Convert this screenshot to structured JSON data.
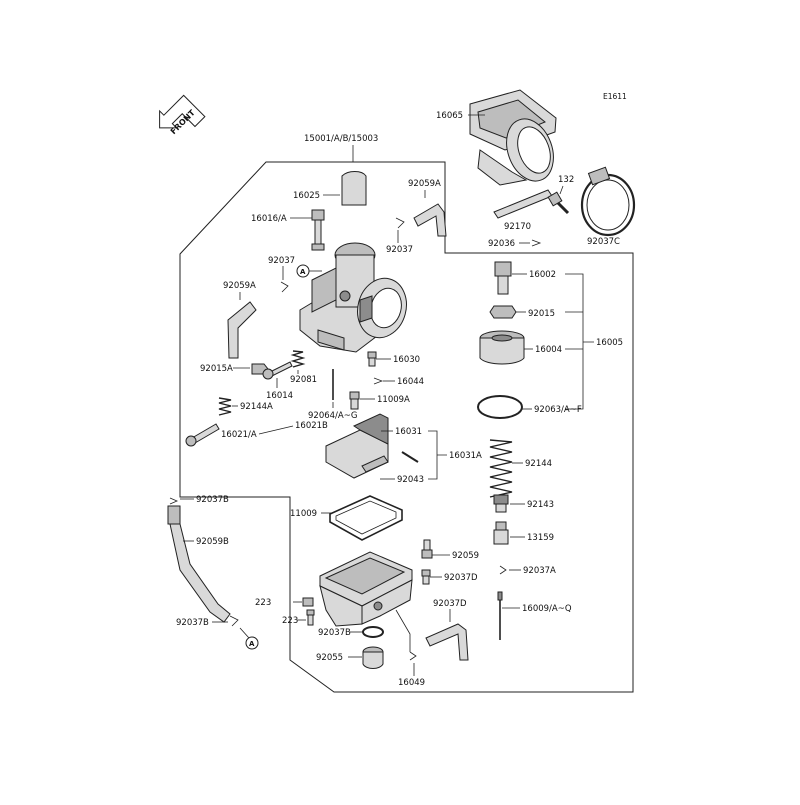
{
  "diagram_code": "E1611",
  "front_label": "FRONT",
  "callout_letter": "A",
  "labels": [
    {
      "id": "15001",
      "text": "15001/A/B/15003"
    },
    {
      "id": "16065",
      "text": "16065"
    },
    {
      "id": "16025",
      "text": "16025"
    },
    {
      "id": "92059A-top",
      "text": "92059A"
    },
    {
      "id": "16016",
      "text": "16016/A"
    },
    {
      "id": "92037-top",
      "text": "92037"
    },
    {
      "id": "92170",
      "text": "92170"
    },
    {
      "id": "132",
      "text": "132"
    },
    {
      "id": "92036",
      "text": "92036"
    },
    {
      "id": "92037C",
      "text": "92037C"
    },
    {
      "id": "92037-left",
      "text": "92037"
    },
    {
      "id": "92059A-left",
      "text": "92059A"
    },
    {
      "id": "16002",
      "text": "16002"
    },
    {
      "id": "92015-right",
      "text": "92015"
    },
    {
      "id": "16005",
      "text": "16005"
    },
    {
      "id": "16004",
      "text": "16004"
    },
    {
      "id": "16030",
      "text": "16030"
    },
    {
      "id": "92015A",
      "text": "92015A"
    },
    {
      "id": "92081",
      "text": "92081"
    },
    {
      "id": "16014",
      "text": "16014"
    },
    {
      "id": "16044",
      "text": "16044"
    },
    {
      "id": "92063",
      "text": "92063/A~F"
    },
    {
      "id": "11009A",
      "text": "11009A"
    },
    {
      "id": "92144A",
      "text": "92144A"
    },
    {
      "id": "92064",
      "text": "92064/A~G"
    },
    {
      "id": "16021B",
      "text": "16021B"
    },
    {
      "id": "16021",
      "text": "16021/A"
    },
    {
      "id": "16031",
      "text": "16031"
    },
    {
      "id": "16031A",
      "text": "16031A"
    },
    {
      "id": "92144",
      "text": "92144"
    },
    {
      "id": "92043",
      "text": "92043"
    },
    {
      "id": "92037B-top",
      "text": "92037B"
    },
    {
      "id": "92143",
      "text": "92143"
    },
    {
      "id": "11009",
      "text": "11009"
    },
    {
      "id": "13159",
      "text": "13159"
    },
    {
      "id": "92059",
      "text": "92059"
    },
    {
      "id": "92037D-right",
      "text": "92037D"
    },
    {
      "id": "92037A",
      "text": "92037A"
    },
    {
      "id": "223-right",
      "text": "223"
    },
    {
      "id": "92037D-left",
      "text": "92037D"
    },
    {
      "id": "92059B",
      "text": "92059B"
    },
    {
      "id": "16009",
      "text": "16009/A~Q"
    },
    {
      "id": "223-left",
      "text": "223"
    },
    {
      "id": "92037B-bottom",
      "text": "92037B"
    },
    {
      "id": "92055",
      "text": "92055"
    },
    {
      "id": "16049",
      "text": "16049"
    },
    {
      "id": "92037-bottom",
      "text": "92037"
    }
  ]
}
